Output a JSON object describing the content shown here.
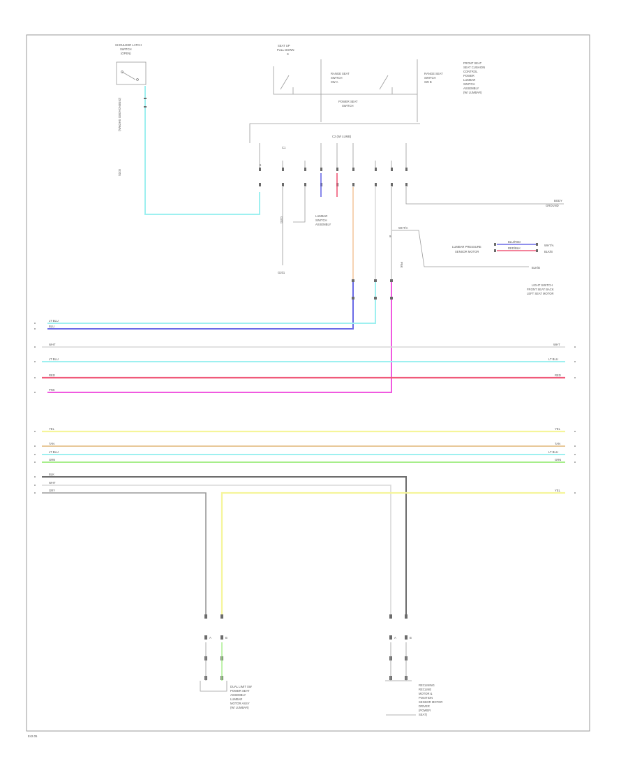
{
  "diagram": {
    "footer_code": "E42.05",
    "wire_colors": {
      "light_blue": "#9ef0f0",
      "blue": "#6a6ae6",
      "red": "#f05a7a",
      "pink": "#f05ae0",
      "yellow": "#f5f59a",
      "tan": "#e8c898",
      "green": "#a6ee8a",
      "gray": "#9a9a9a",
      "orange": "#f4c8a0",
      "white_wire": "#d8d8d8",
      "dark": "#6b6b6b"
    },
    "components": {
      "top_left_switch": {
        "label_lines": [
          "SHOULDER LATCH",
          "SWITCH",
          "(OPEN)"
        ]
      },
      "top_left_vertical": {
        "label": "(DISENGAGED SHOWN)"
      },
      "top_left_ground": {
        "label": "G201"
      },
      "top_center_unit": {
        "label_lines": [
          "SEAT UP",
          "FULL DOWN",
          "S"
        ]
      },
      "top_center_left_switch": {
        "label_lines": [
          "RANGE SEAT",
          "SWITCH",
          "SW A"
        ]
      },
      "top_center_right_switch": {
        "label_lines": [
          "RANGE SEAT",
          "SWITCH",
          "SW B"
        ]
      },
      "top_center_bottom": {
        "label_lines": [
          "POWER SEAT",
          "SWITCH"
        ]
      },
      "top_right_note": {
        "label_lines": [
          "FRONT SEAT",
          "SEAT CUSHION",
          "CONTROL",
          "POWER",
          "LUMBAR",
          "SWITCH",
          "ASSEMBLY",
          "(W/ LUMBAR)"
        ]
      },
      "connector_c1": {
        "label": "C1"
      },
      "connector_c2": {
        "label": "C2 (W/ LUMB)"
      },
      "mid_switch_label": {
        "label_lines": [
          "LUMBAR",
          "SWITCH",
          "ASSEMBLY"
        ]
      },
      "mid_ground": {
        "label": "G201"
      },
      "right_top_ref": {
        "label_lines": [
          "BODY",
          "GROUND"
        ]
      },
      "right_lumbar_wire_a": {
        "label": "BLU/RED"
      },
      "right_lumbar_wire_b": {
        "label": "RED/BLK"
      },
      "right_lumbar_label": {
        "label_lines": [
          "LUMBAR PRESSURE",
          "SENSOR MOTOR"
        ]
      },
      "right_lumbar_pins": {
        "pin_a": "WHT/A",
        "pin_b": "BLK/B"
      },
      "right_lower_note": {
        "label_lines": [
          "LIGHT SWITCH",
          "FRONT SEAT BACK",
          "LEFT SEAT MOTOR"
        ]
      },
      "bottom_left_module": {
        "label_lines": [
          "DUAL LIMIT SW",
          "POWER SEAT",
          "ASSEMBLY",
          "LUMBAR",
          "MOTOR ASSY",
          "(W/ LUMBAR)"
        ]
      },
      "bottom_right_module": {
        "label_lines": [
          "RECLINING",
          "RECLINE",
          "MOTOR &",
          "POSITION",
          "SENSOR MOTOR",
          "DRIVER",
          "(POWER",
          "SEAT)"
        ]
      }
    },
    "bus_wires": [
      {
        "left_label": "LT BLU",
        "right_label": ""
      },
      {
        "left_label": "BLU",
        "right_label": ""
      },
      {
        "left_label": "WHT",
        "right_label": "WHT"
      },
      {
        "left_label": "LT BLU",
        "right_label": "LT BLU"
      },
      {
        "left_label": "RED",
        "right_label": "RED"
      },
      {
        "left_label": "PNK",
        "right_label": ""
      },
      {
        "left_label": "YEL",
        "right_label": "YEL"
      },
      {
        "left_label": "TAN",
        "right_label": "TAN"
      },
      {
        "left_label": "LT BLU",
        "right_label": "LT BLU"
      },
      {
        "left_label": "GRN",
        "right_label": "GRN"
      },
      {
        "left_label": "BLK",
        "right_label": ""
      },
      {
        "left_label": "WHT",
        "right_label": ""
      },
      {
        "left_label": "GRY",
        "right_label": "YEL"
      }
    ],
    "pin_labels": {
      "c1_pin": "6",
      "bl_pin_a": "A",
      "bl_pin_b": "B",
      "br_pin_a": "A",
      "br_pin_b": "B",
      "mid_pin": "9"
    }
  }
}
